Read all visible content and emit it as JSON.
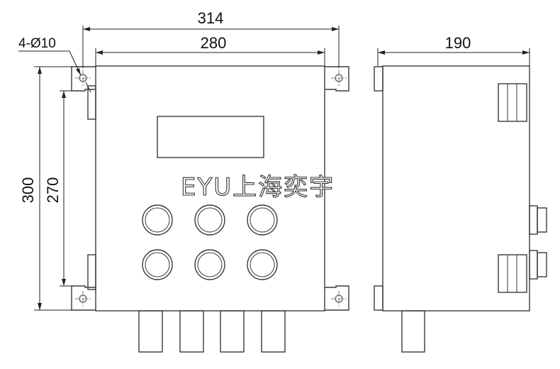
{
  "dimensions": {
    "overall_width": "314",
    "body_width": "280",
    "overall_height": "300",
    "body_height": "270",
    "depth": "190",
    "mounting_holes": "4-Ø10"
  },
  "watermark": "EYU上海奕宇",
  "front_view": {
    "display_window_count": 1,
    "button_rows": 2,
    "buttons_per_row": 3,
    "cable_glands": 4
  },
  "side_view": {
    "cable_glands": 1
  },
  "colors": {
    "line": "#3a3a3a",
    "background": "#ffffff"
  }
}
